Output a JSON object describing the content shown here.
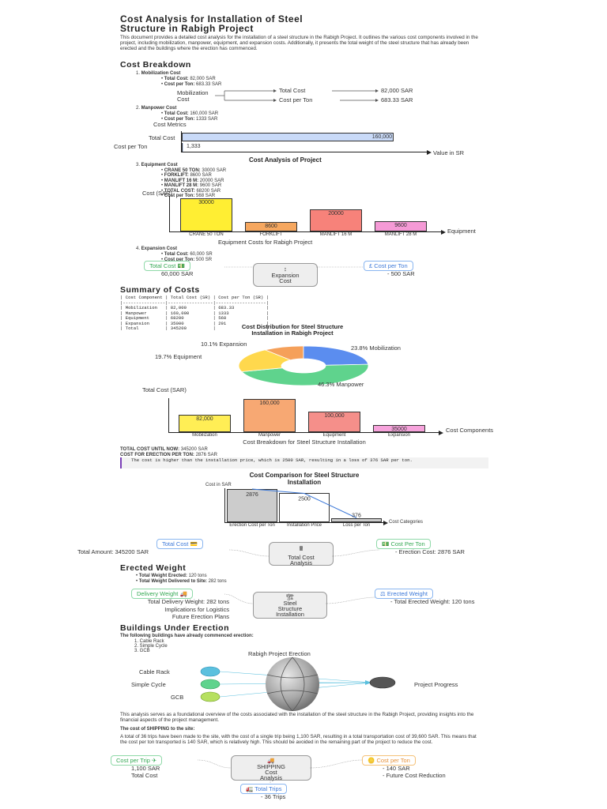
{
  "title_line1": "Cost Analysis for Installation of Steel",
  "title_line2": "Structure in Rabigh Project",
  "intro": "This document provides a detailed cost analysis for the installation of a steel structure in the Rabigh Project. It outlines the various cost components involved in the project, including mobilization, manpower, equipment, and expansion costs. Additionally, it presents the total weight of the steel structure that has already been erected and the buildings where the erection has commenced.",
  "cost_breakdown": {
    "heading": "Cost Breakdown",
    "mobilization": {
      "title": "Mobilization Cost",
      "total_label": "Total Cost:",
      "total_value": "82,000 SAR",
      "per_ton_label": "Cost per Ton:",
      "per_ton_value": "683.33 SAR",
      "diagram": {
        "node_line1": "Mobilization",
        "node_line2": "Cost",
        "total": "Total Cost",
        "per_ton": "Cost per Ton",
        "total_value": "82,000 SAR",
        "per_ton_value": "683.33 SAR"
      }
    },
    "manpower": {
      "title": "Manpower Cost",
      "total_label": "Total Cost:",
      "total_value": "160,000 SAR",
      "per_ton_label": "Cost per Ton:",
      "per_ton_value": "1333 SAR"
    },
    "equipment": {
      "title": "Equipment Cost",
      "items": [
        {
          "label": "CRANE 50 TON:",
          "value": "30000 SAR"
        },
        {
          "label": "FORKLIFT:",
          "value": "8600 SAR"
        },
        {
          "label": "MANLIFT 16 M:",
          "value": "20000 SAR"
        },
        {
          "label": "MANLIFT 28 M:",
          "value": "9600 SAR"
        },
        {
          "label": "TOTAL COST:",
          "value": "68200 SAR"
        },
        {
          "label": "Cost per Ton:",
          "value": "568 SAR"
        }
      ]
    },
    "expansion": {
      "title": "Expansion Cost",
      "total_label": "Total Cost:",
      "total_value": "60,000 SR",
      "per_ton_label": "Cost per Ton:",
      "per_ton_value": "500 SR",
      "diagram": {
        "center_line1": "Expansion",
        "center_line2": "Cost",
        "left_chip": "Total Cost",
        "left_value": "60,000 SAR",
        "right_chip": "Cost per Ton",
        "right_value": "500 SAR"
      }
    }
  },
  "summary": {
    "heading": "Summary of Costs",
    "table_text": "| Cost Component | Total Cost (SR) | Cost per Ton (SR) |\n|----------------|-----------------|-------------------|\n| Mobilization   | 82,000          | 683.33            |\n| Manpower       | 160,000         | 1333              |\n| Equipment      | 68200           | 568               |\n| Expansion      | 35000           | 291               |\n| Total          | 345200          |                   |"
  },
  "totals": {
    "cost_until_now_label": "TOTAL COST UNTIL NOW:",
    "cost_until_now_value": "345200 SAR",
    "per_ton_label": "COST FOR ERECTION PER TON:",
    "per_ton_value": "2876 SAR",
    "note": "The cost is higher than the installation price, which is 2500 SAR, resulting in a loss of 376 SAR per ton."
  },
  "erected_weight": {
    "heading": "Erected Weight",
    "total_erected_label": "Total Weight Erected:",
    "total_erected_value": "120 tons",
    "delivered_label": "Total Weight  Delivered to Site:",
    "delivered_value": "282 tons",
    "diagram": {
      "center_line1": "Steel",
      "center_line2": "Structure",
      "center_line3": "Installation",
      "left_chip": "Delivery Weight",
      "left_line1": "Total Delivery Weight: 282 tons",
      "left_line2": "Implications for Logistics",
      "left_line3": "Future Erection Plans",
      "right_chip": "Erected Weight",
      "right_line1": "Total Erected Weight: 120 tons"
    }
  },
  "buildings": {
    "heading": "Buildings Under Erection",
    "lead": "The following buildings have already commenced erection:",
    "items": [
      "Cable Rack",
      "Simple Cycle",
      "GCB"
    ],
    "diagram": {
      "title": "Rabigh Project Erection",
      "n1": "Cable Rack",
      "n2": "Simple Cycle",
      "n3": "GCB",
      "out": "Project Progress"
    }
  },
  "closing": "This analysis serves as a foundational overview of the costs associated with the installation of the steel structure in the Rabigh Project, providing insights into the financial aspects of the project management.",
  "shipping": {
    "heading": "The cost of SHIPPING to the site:",
    "text": "A total of 36 trips have been made to the site, with the cost of a single trip being 1,100 SAR, resulting in a total transportation cost of 39,600 SAR. This means that the cost per ton transported is 140 SAR, which is relatively high. This should be avoided in the remaining part of the project to reduce the cost.",
    "diagram": {
      "center_line1": "SHIPPING",
      "center_line2": "Cost",
      "center_line3": "Analysis",
      "left_chip": "Cost per Trip",
      "left_line1": "1,100 SAR",
      "left_line2": "Total Cost",
      "right_chip": "Cost per Ton",
      "right_line1": "140 SAR",
      "right_line2": "Future Cost Reduction",
      "bottom_chip": "Total Trips",
      "bottom_line1": "36 Trips"
    }
  },
  "total_cost_diagram": {
    "center_line1": "Total Cost",
    "center_line2": "Analysis",
    "left_chip": "Total Cost",
    "left_value": "Total Amount: 345200 SAR",
    "right_chip": "Cost Per Ton",
    "right_value": "Erection Cost: 2876 SAR"
  },
  "chart_data": [
    {
      "type": "bar",
      "orientation": "horizontal",
      "title": "Cost Metrics",
      "categories": [
        "Total Cost",
        "Cost per Ton"
      ],
      "values": [
        160000,
        1333
      ],
      "value_labels": [
        "160,000",
        "1,333"
      ],
      "xlabel": "Value in SR",
      "xlim": [
        0,
        160000
      ],
      "colors": [
        "#c9daf8",
        "#c9daf8"
      ]
    },
    {
      "type": "bar",
      "title": "Cost Analysis of Project",
      "subtitle": "Equipment Costs for Rabigh Project",
      "categories": [
        "CRANE 50 TON",
        "FORKLIFT",
        "MANLIFT 16 M",
        "MANLIFT 28 M"
      ],
      "values": [
        30000,
        8600,
        20000,
        9600
      ],
      "ylabel": "Cost (SAR)",
      "xlabel": "Equipment",
      "ylim": [
        0,
        30000
      ],
      "colors": [
        "#ffee33",
        "#f6a75f",
        "#f7827a",
        "#f59ad6"
      ]
    },
    {
      "type": "pie",
      "title": "Cost Distribution for Steel Structure Installation in Rabigh Project",
      "categories": [
        "Mobilization",
        "Manpower",
        "Equipment",
        "Expansion"
      ],
      "values": [
        23.8,
        46.3,
        19.7,
        10.1
      ],
      "labels": [
        "23.8% Mobilization",
        "46.3% Manpower",
        "19.7% Equipment",
        "10.1% Expansion"
      ],
      "colors": [
        "#5b8def",
        "#5fd38d",
        "#ffd84d",
        "#f5a05a"
      ]
    },
    {
      "type": "bar",
      "title": "Cost Breakdown for Steel Structure Installation",
      "categories": [
        "Mobilization",
        "Manpower",
        "Equipment",
        "Expansion"
      ],
      "values": [
        82000,
        160000,
        100000,
        35000
      ],
      "value_labels": [
        "82,000",
        "160,000",
        "100,000",
        "35000"
      ],
      "ylabel": "Total Cost (SAR)",
      "xlabel": "Cost Components",
      "ylim": [
        0,
        160000
      ],
      "colors": [
        "#ffee55",
        "#f7a873",
        "#f58f8a",
        "#f7a3dc"
      ]
    },
    {
      "type": "bar",
      "title": "Cost Comparison for Steel Structure Installation",
      "categories": [
        "Erection Cost per Ton",
        "Installation Price",
        "Loss per Ton"
      ],
      "values": [
        2876,
        2500,
        376
      ],
      "value_labels": [
        "2876",
        "2500",
        "376"
      ],
      "ylabel": "Cost in SAR",
      "xlabel": "Cost Categories",
      "ylim": [
        0,
        2876
      ],
      "colors": [
        "#cccccc",
        "#ffffff",
        "#cccccc"
      ],
      "line": {
        "values": [
          2876,
          2500,
          376
        ],
        "color": "#3c78d8"
      }
    }
  ]
}
